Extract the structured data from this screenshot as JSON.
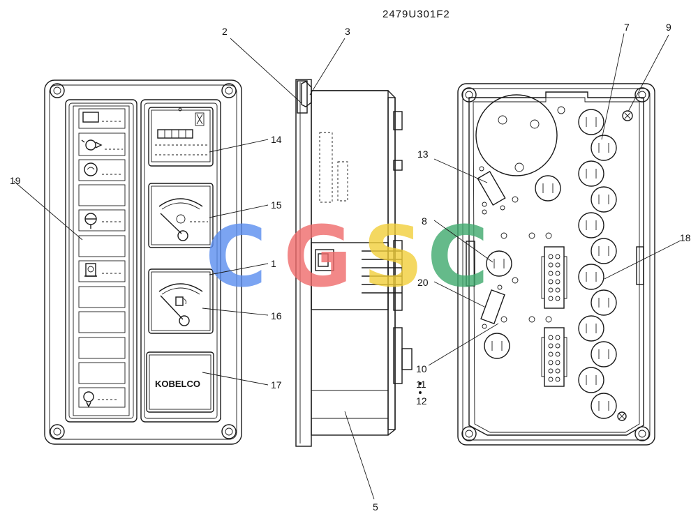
{
  "drawing_number": "2479U301F2",
  "brand_logo": "KOBELCO",
  "watermark": {
    "letters": [
      {
        "text": "C",
        "color": "#5b8ef0"
      },
      {
        "text": "G",
        "color": "#ef6b6b"
      },
      {
        "text": "S",
        "color": "#f2cf3a"
      },
      {
        "text": "C",
        "color": "#3faa6e"
      }
    ],
    "opacity": 0.8
  },
  "callouts": {
    "c1": "1",
    "c2": "2",
    "c3": "3",
    "c5": "5",
    "c7": "7",
    "c8": "8",
    "c9": "9",
    "c10": "10",
    "c11": "11",
    "c12": "12",
    "c13": "13",
    "c14": "14",
    "c15": "15",
    "c16": "16",
    "c17": "17",
    "c18": "18",
    "c19": "19",
    "c20": "20"
  },
  "icons": [
    "monitor-lamp-icon",
    "engine-oil-icon",
    "coolant-icon",
    "oil-pressure-icon",
    "battery-icon",
    "glow-plug-icon",
    "hourmeter-icon",
    "temperature-gauge-icon",
    "fuel-gauge-icon"
  ]
}
